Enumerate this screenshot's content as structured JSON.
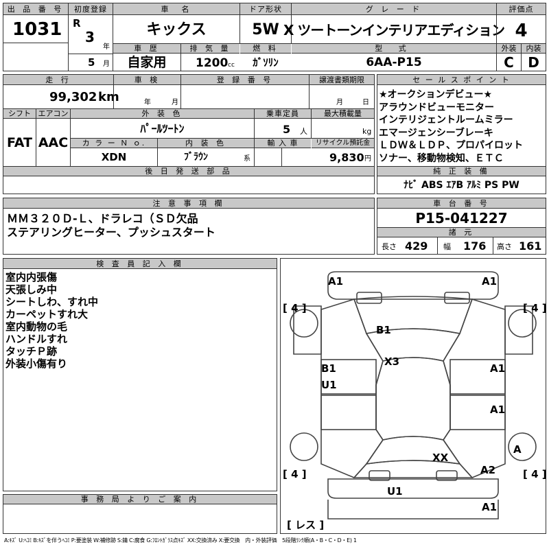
{
  "header": {
    "lot_label": "出 品 番 号",
    "lot": "1031",
    "reg_label": "初度登録",
    "era": "R",
    "year": "3",
    "year_unit": "年",
    "month": "5",
    "month_unit": "月",
    "name_label": "車　名",
    "name": "キックス",
    "door_label": "ドア形状",
    "door": "5W",
    "grade_label": "グ レ ー ド",
    "grade": "X ツートーンインテリアエディション",
    "score_label": "評価点",
    "score": "4",
    "history_label": "車 歴",
    "history": "自家用",
    "disp_label": "排 気 量",
    "disp": "1200",
    "disp_unit": "cc",
    "fuel_label": "燃 料",
    "fuel": "ｶﾞｿﾘﾝ",
    "model_label": "型 式",
    "model": "6AA-P15",
    "ext_label": "外装",
    "ext": "C",
    "int_label": "内装",
    "int": "D"
  },
  "row2": {
    "mileage_label": "走 行",
    "mileage": "99,302",
    "mileage_unit": "km",
    "inspection_label": "車 検",
    "insp_year_unit": "年",
    "insp_month_unit": "月",
    "plate_label": "登 録 番 号",
    "transfer_label": "譲渡書類期限",
    "transfer_month_unit": "月",
    "transfer_day_unit": "日",
    "shift_label": "シフト",
    "shift": "FAT",
    "ac_label": "エアコン",
    "ac": "AAC",
    "color_label": "外 装 色",
    "color": "ﾊﾟｰﾙﾂｰﾄﾝ",
    "seats_label": "乗車定員",
    "seats": "5",
    "seats_unit": "人",
    "load_label": "最大積載量",
    "load_unit": "kg",
    "colorno_label": "カ ラ ー Ｎ ｏ.",
    "colorno": "XDN",
    "intcolor_label": "内 装 色",
    "intcolor": "ﾌﾞﾗｳﾝ",
    "intcolor_unit": "系",
    "import_label": "輸 入 車",
    "recycle_label": "リサイクル預託金",
    "recycle": "9,830",
    "recycle_unit": "円",
    "later_label": "後 日 発 送 部 品"
  },
  "sales": {
    "label": "セ ー ル ス ポ イ ン ト",
    "lines": [
      "★オークションデビュー★",
      "アラウンドビューモニター",
      "インテリジェントルームミラー",
      "エマージェンシーブレーキ",
      "ＬＤＷ＆ＬＤＰ、プロパイロット",
      "ソナー、移動物検知、ＥＴＣ"
    ]
  },
  "equipment": {
    "label": "純 正 装 備",
    "value": "ﾅﾋﾞ ABS ｴｱB ｱﾙﾐ PS PW"
  },
  "notes": {
    "label": "注 意 事 項 欄",
    "lines": [
      "ＭＭ３２０Ｄ-Ｌ、ドラレコ（ＳＤ欠品",
      "ステアリングヒーター、プッシュスタート"
    ]
  },
  "chassis": {
    "label": "車 台 番 号",
    "value": "P15-041227"
  },
  "specs": {
    "label": "諸 元",
    "len_label": "長さ",
    "len": "429",
    "wid_label": "幅",
    "wid": "176",
    "hgt_label": "高さ",
    "hgt": "161"
  },
  "inspector": {
    "label": "検 査 員 記 入 欄",
    "lines": [
      "室内内張傷",
      "天張しみ中",
      "シートしわ、すれ中",
      "カーペットすれ大",
      "室内動物の毛",
      "ハンドルすれ",
      "タッチＰ跡",
      "外装小傷有り"
    ]
  },
  "office": {
    "label": "事 務 局 よ り ご 案 内"
  },
  "diagram": {
    "tire": "4",
    "spare": "レス",
    "marks": [
      "A1",
      "A1",
      "B1",
      "X3",
      "B1",
      "U1",
      "A1",
      "A1",
      "XX",
      "A",
      "A2",
      "U1",
      "A1"
    ]
  },
  "legend": "A:ｷｽﾞ U:ﾍｺﾐ B:ｷｽﾞを伴うﾍｺﾐ P:要塗装 W:補修跡 S:錆 C:腐食 G:ﾌﾛﾝﾄｶﾞﾗｽ点ｷｽﾞ XX:交換済み X:要交換　内・外装評価　5段階ﾗﾝｸ順(A・B・C・D・E) 1"
}
